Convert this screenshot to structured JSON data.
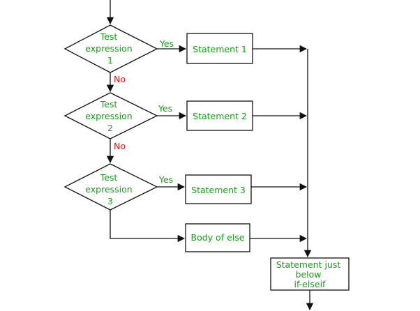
{
  "diagram": {
    "decisions": [
      {
        "lines": [
          "Test",
          "expression",
          "1"
        ]
      },
      {
        "lines": [
          "Test",
          "expression",
          "2"
        ]
      },
      {
        "lines": [
          "Test",
          "expression",
          "3"
        ]
      }
    ],
    "statements": [
      {
        "label": "Statement 1"
      },
      {
        "label": "Statement 2"
      },
      {
        "label": "Statement 3"
      },
      {
        "label": "Body of else"
      }
    ],
    "final": {
      "lines": [
        "Statement just",
        "below",
        "if-elseif"
      ]
    },
    "edge_labels": {
      "yes1": "Yes",
      "yes2": "Yes",
      "yes3": "Yes",
      "no1": "No",
      "no2": "No"
    }
  }
}
